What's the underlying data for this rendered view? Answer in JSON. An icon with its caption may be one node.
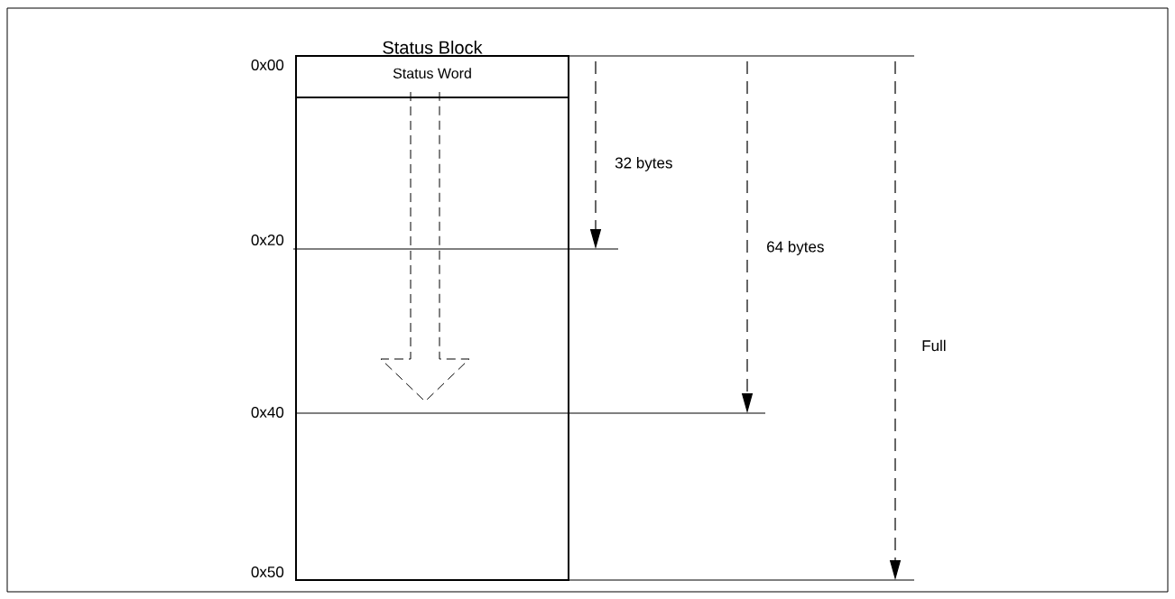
{
  "diagram": {
    "nodes": [
      {
        "text": [
          "Status Block"
        ]
      },
      {
        "text": [
          "Status Word"
        ],
        "in": 0
      }
    ],
    "labels": [
      "0x00",
      "32 bytes",
      "0x20",
      "64 bytes",
      "Full",
      "0x40",
      "0x50"
    ]
  }
}
